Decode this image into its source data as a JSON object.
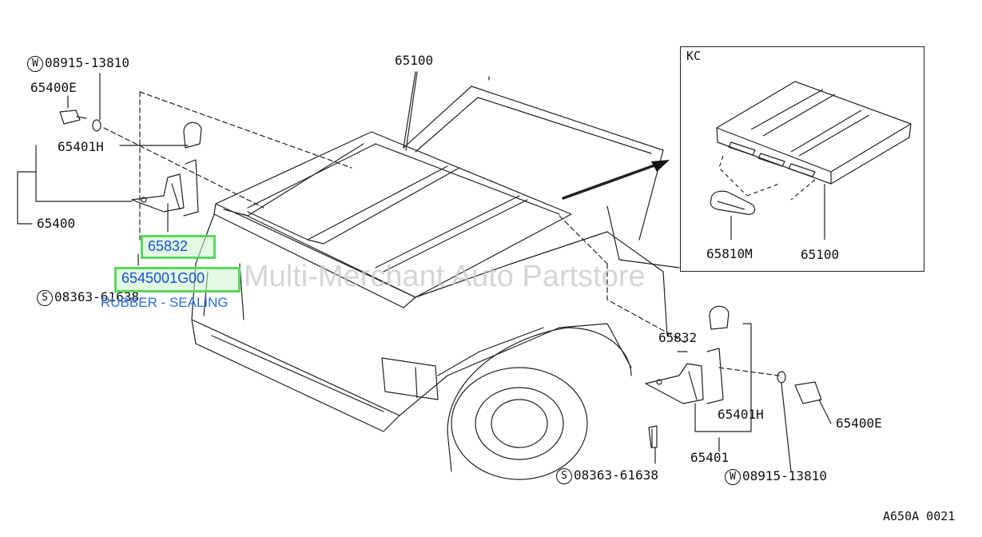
{
  "labels": {
    "w_code_left": "08915-13810",
    "w_letter": "W",
    "s_letter": "S",
    "p_65400E_left": "65400E",
    "p_65401H_left": "65401H",
    "p_65400": "65400",
    "p_65100_main": "65100",
    "s_code_left": "08363-61638",
    "p_65832_right": "65832",
    "p_65401H_right": "65401H",
    "p_65401": "65401",
    "p_65400E_right": "65400E",
    "s_code_right": "08363-61638",
    "w_code_right": "08915-13810",
    "inset_title": "KC",
    "p_65810M": "65810M",
    "p_65100_inset": "65100",
    "diagram_code": "A650A 0021"
  },
  "highlights": {
    "part_65832": "65832",
    "part_selected": "6545001G00",
    "selected_description": "RUBBER - SEALING"
  },
  "watermark": "Multi-Merchant Auto Partstore"
}
